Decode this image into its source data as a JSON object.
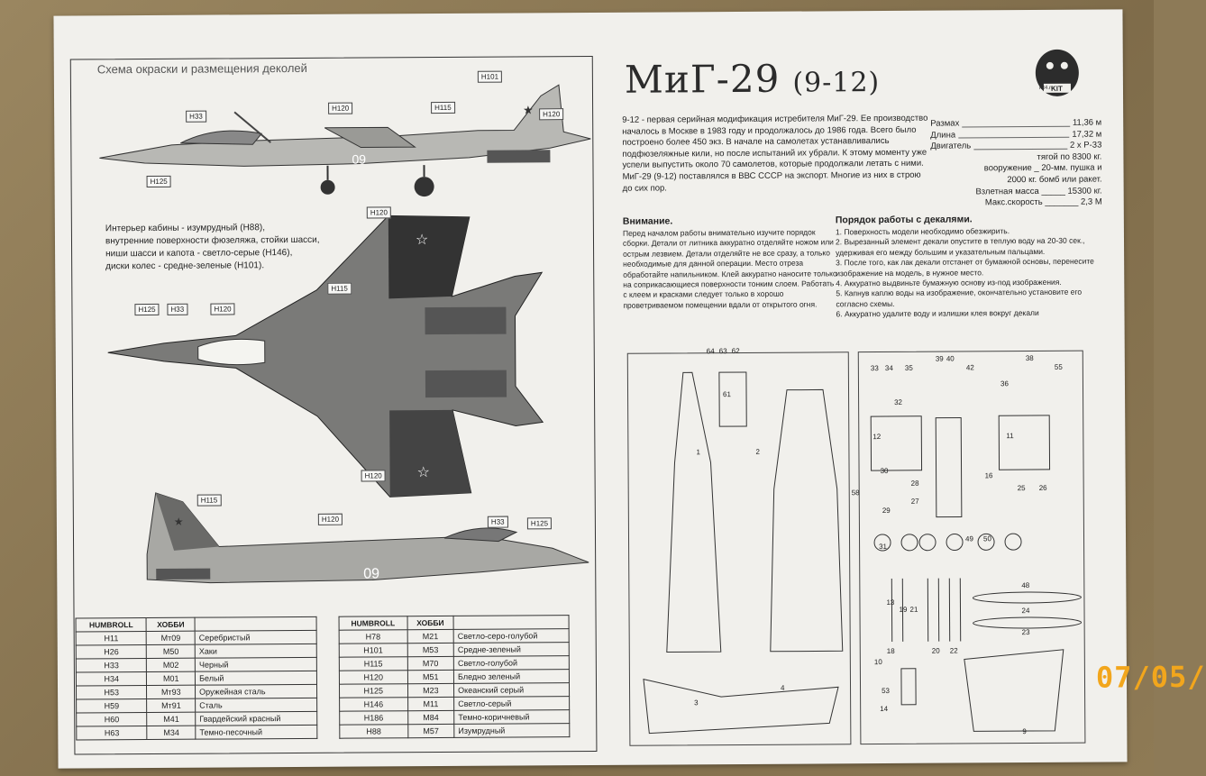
{
  "scheme_title": "Схема окраски и размещения деколей",
  "title": {
    "main": "МиГ-29",
    "sub": "(9-12)"
  },
  "logo_text": "kit4.ru",
  "intro": "9-12 - первая серийная модификация истребителя МиГ-29. Ее производство началось в Москве в 1983 году и продолжалось до 1986 года. Всего было построено более 450 экз. В начале на самолетах устанавливались подфюзеляжные кили, но после испытаний их убрали. К этому моменту уже успели выпустить около 70 самолетов, которые продолжали летать с ними. МиГ-29 (9-12) поставлялся в ВВС СССР на экспорт. Многие из них в строю до сих пор.",
  "specs": [
    {
      "label": "Размах",
      "value": "11,36 м"
    },
    {
      "label": "Длина",
      "value": "17,32 м"
    },
    {
      "label": "Двигатель",
      "value": "2 х Р-33"
    }
  ],
  "specs_extra": [
    "тягой по 8300 кг.",
    "вооружение _ 20-мм. пушка и",
    "2000 кг. бомб или ракет.",
    "Взлетная масса _____ 15300 кг.",
    "Макс.скорость _______ 2,3 М"
  ],
  "attention_title": "Внимание.",
  "attention_text": "Перед началом работы внимательно изучите порядок сборки. Детали от литника аккуратно отделяйте ножом или острым лезвием. Детали отделяйте не все сразу, а только необходимые для данной операции. Место отреза обработайте напильником. Клей аккуратно наносите только на соприкасающиеся поверхности тонким слоем. Работать с клеем и красками следует только в хорошо проветриваемом помещении вдали от открытого огня.",
  "steps_title": "Порядок работы с декалями.",
  "steps": [
    "1. Поверхность модели необходимо обезжирить.",
    "2. Вырезанный элемент декали опустите в теплую воду на 20-30 сек., удерживая его между большим и указательным пальцами.",
    "3. После того, как лак декали отстанет от бумажной основы, перенесите изображение на модель, в нужное место.",
    "4. Аккуратно выдвиньте бумажную основу из-под изображения.",
    "5. Капнув каплю воды на изображение, окончательно установите его согласно схемы.",
    "6. Аккуратно удалите воду и излишки клея вокруг декали"
  ],
  "notes": [
    "Интерьер кабины - изумрудный (H88),",
    "внутренние поверхности фюзеляжа, стойки шасси,",
    "ниши шасси и капота - светло-серые (H146),",
    "диски колес - средне-зеленые (H101)."
  ],
  "callouts": {
    "top_h33": "H33",
    "top_h101": "H101",
    "top_h120": "H120",
    "top_h115": "H115",
    "top_h120b": "H120",
    "top_h125": "H125",
    "bottom_h120": "H120",
    "mid_h125": "H125",
    "mid_h33": "H33",
    "mid_h120": "H120",
    "mid_h115": "H115",
    "low_h120": "H120",
    "side_h115": "H115",
    "side_h120": "H120",
    "side_h33": "H33",
    "side_h125": "H125",
    "tail_number": "09"
  },
  "paint_table_left": {
    "headers": [
      "HUMBROLL",
      "ХОББИ",
      ""
    ],
    "rows": [
      [
        "H11",
        "Мт09",
        "Серебристый"
      ],
      [
        "H26",
        "M50",
        "Хаки"
      ],
      [
        "H33",
        "M02",
        "Черный"
      ],
      [
        "H34",
        "M01",
        "Белый"
      ],
      [
        "H53",
        "Мт93",
        "Оружейная сталь"
      ],
      [
        "H59",
        "Мт91",
        "Сталь"
      ],
      [
        "H60",
        "M41",
        "Гвардейский красный"
      ],
      [
        "H63",
        "M34",
        "Темно-песочный"
      ]
    ]
  },
  "paint_table_right": {
    "headers": [
      "HUMBROLL",
      "ХОББИ",
      ""
    ],
    "rows": [
      [
        "H78",
        "M21",
        "Светло-серо-голубой"
      ],
      [
        "H101",
        "M53",
        "Средне-зеленый"
      ],
      [
        "H115",
        "M70",
        "Светло-голубой"
      ],
      [
        "H120",
        "M51",
        "Бледно зеленый"
      ],
      [
        "H125",
        "M23",
        "Океанский серый"
      ],
      [
        "H146",
        "M11",
        "Светло-серый"
      ],
      [
        "H186",
        "M84",
        "Темно-коричневый"
      ],
      [
        "H88",
        "M57",
        "Изумрудный"
      ]
    ]
  },
  "sprue_parts": [
    "64",
    "63",
    "62",
    "61",
    "1",
    "2",
    "3",
    "4",
    "12",
    "11",
    "16",
    "30",
    "28",
    "29",
    "27",
    "25",
    "26",
    "31",
    "49",
    "50",
    "35",
    "34",
    "33",
    "39",
    "40",
    "42",
    "55",
    "36",
    "38",
    "32",
    "48",
    "24",
    "23",
    "13",
    "18",
    "20",
    "22",
    "10",
    "14",
    "53",
    "9",
    "58",
    "19",
    "21"
  ],
  "date_stamp": "07/05/",
  "colors": {
    "sheet": "#f1f0ec",
    "ink": "#1f1f1f",
    "date": "#f2a61c"
  }
}
